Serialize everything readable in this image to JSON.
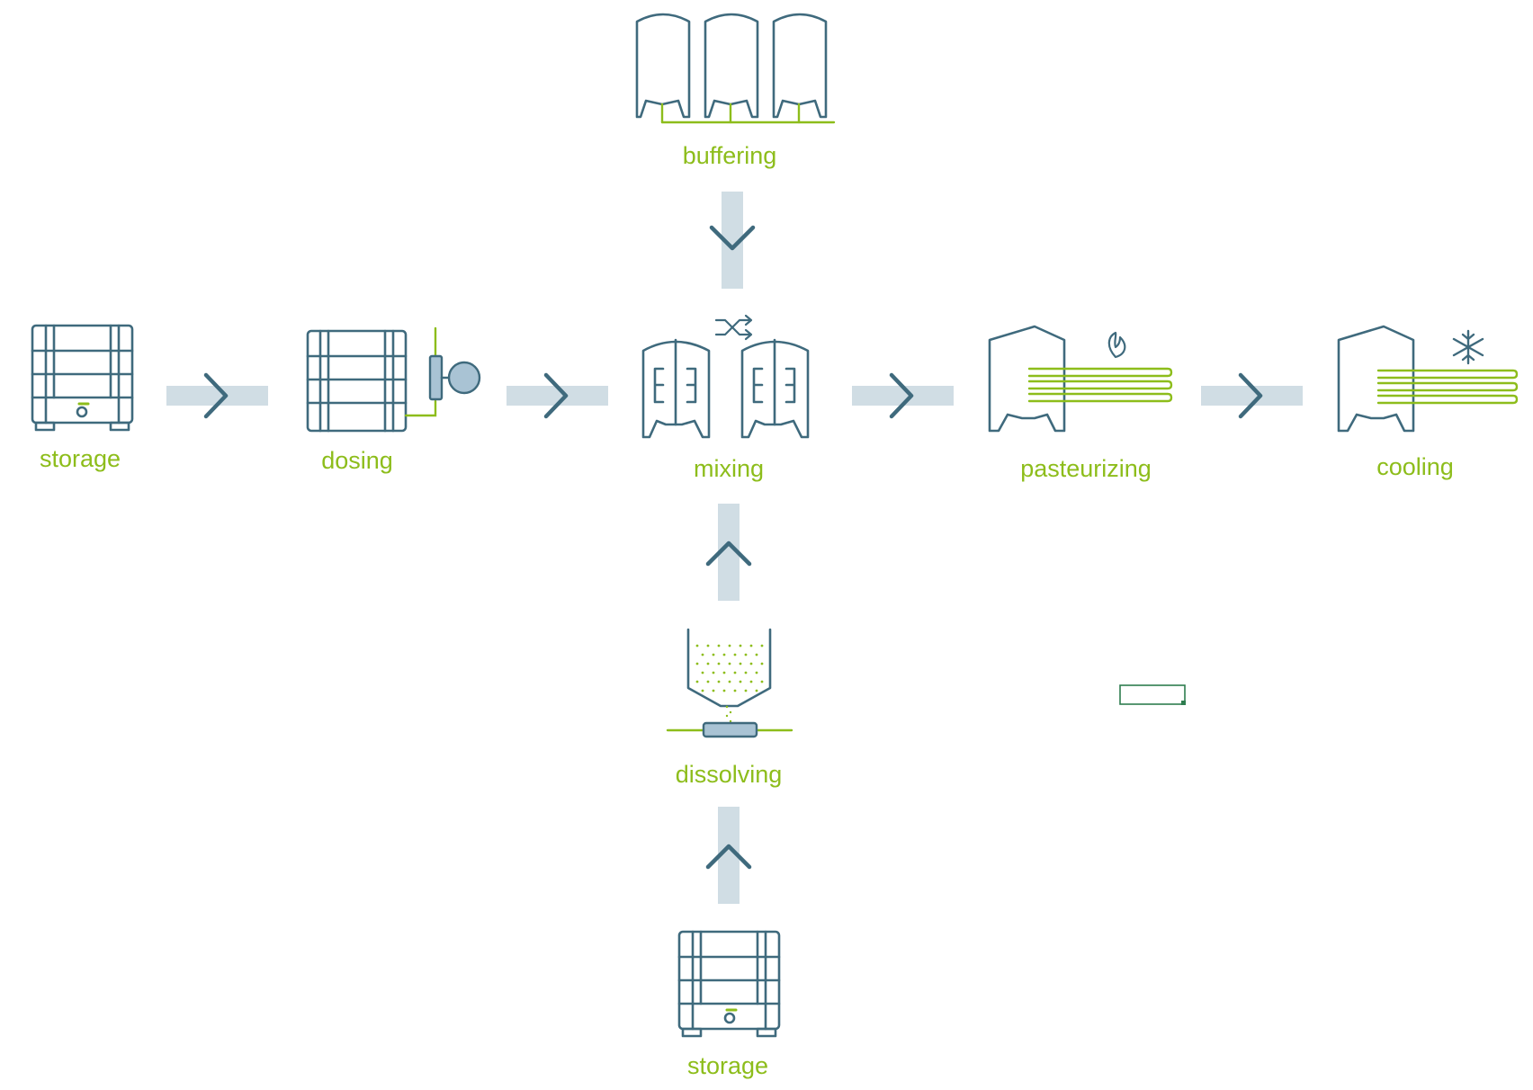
{
  "diagram": {
    "nodes": {
      "storage_left": {
        "label": "storage"
      },
      "dosing": {
        "label": "dosing"
      },
      "mixing": {
        "label": "mixing"
      },
      "pasteurizing": {
        "label": "pasteurizing"
      },
      "cooling": {
        "label": "cooling"
      },
      "buffering": {
        "label": "buffering"
      },
      "dissolving": {
        "label": "dissolving"
      },
      "storage_bottom": {
        "label": "storage"
      }
    },
    "flow": [
      [
        "storage_left",
        "dosing"
      ],
      [
        "dosing",
        "mixing"
      ],
      [
        "mixing",
        "pasteurizing"
      ],
      [
        "pasteurizing",
        "cooling"
      ],
      [
        "buffering",
        "mixing"
      ],
      [
        "dissolving",
        "mixing"
      ],
      [
        "storage_bottom",
        "dissolving"
      ]
    ],
    "colors": {
      "label": "#8dbd1b",
      "outline": "#3f6a7d",
      "arrow_band": "#d0dde4",
      "accent_fill": "#a9c3d4"
    },
    "icons": {
      "storage": "ibc-container-icon",
      "dosing": "container-with-pump-icon",
      "mixing": "twin-mixing-tanks-icon",
      "pasteurizing": "tank-with-heat-coil-icon",
      "cooling": "tank-with-cooling-coil-icon",
      "buffering": "three-silos-icon",
      "dissolving": "hopper-icon"
    }
  }
}
